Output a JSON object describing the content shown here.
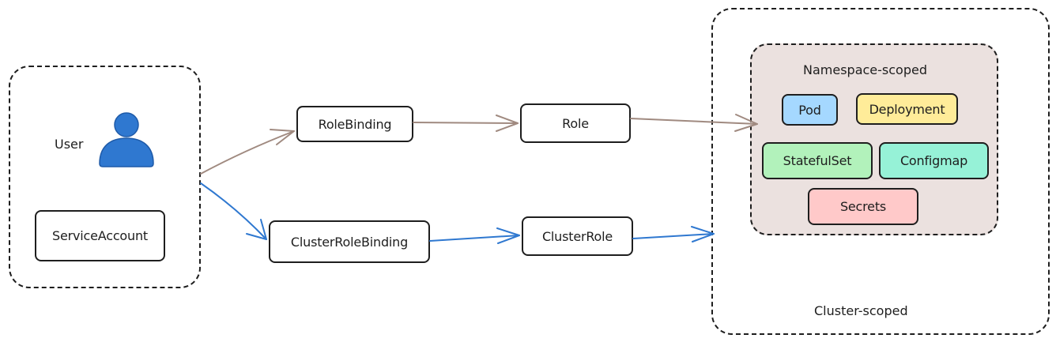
{
  "subjects": {
    "user_label": "User",
    "service_account_label": "ServiceAccount",
    "user_icon": "person-icon",
    "user_icon_color": "#2f78d0"
  },
  "bindings": {
    "role_binding": "RoleBinding",
    "cluster_role_binding": "ClusterRoleBinding"
  },
  "roles": {
    "role": "Role",
    "cluster_role": "ClusterRole"
  },
  "scopes": {
    "cluster_label": "Cluster-scoped",
    "namespace_label": "Namespace-scoped",
    "namespace_fill": "#ebe1df"
  },
  "resources": [
    {
      "label": "Pod",
      "color": "#a5d8ff"
    },
    {
      "label": "Deployment",
      "color": "#ffec99"
    },
    {
      "label": "StatefulSet",
      "color": "#b2f2bb"
    },
    {
      "label": "Configmap",
      "color": "#96f2d7"
    },
    {
      "label": "Secrets",
      "color": "#ffc9c9"
    }
  ],
  "edge_colors": {
    "role_path": "#a08a80",
    "cluster_role_path": "#2f78d0"
  }
}
